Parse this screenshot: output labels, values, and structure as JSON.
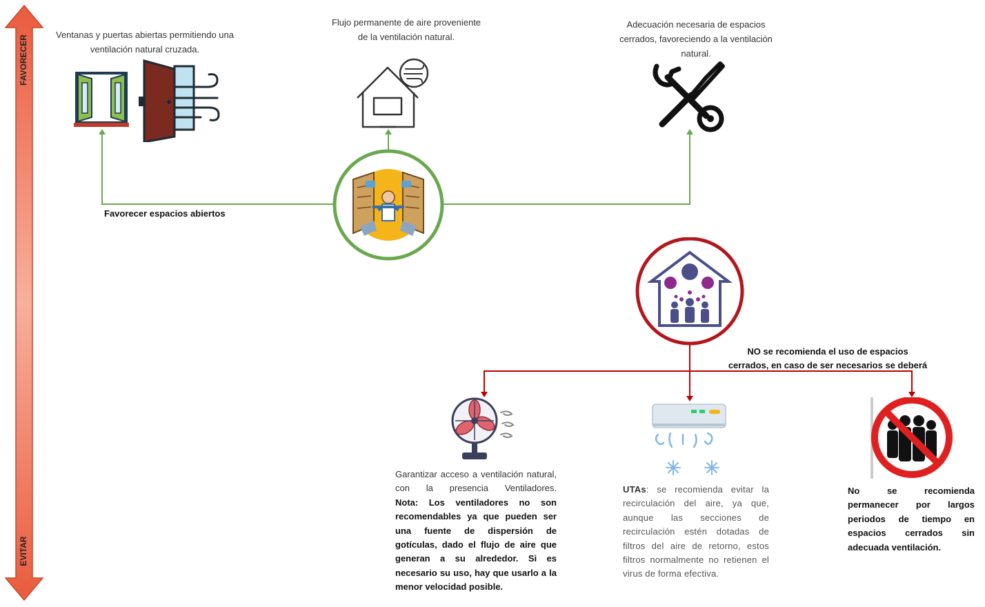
{
  "axis": {
    "top_label": "FAVORECER",
    "bottom_label": "EVITAR",
    "top_color": "#e85b3c",
    "bottom_color": "#f6c4b8"
  },
  "favorecer": {
    "center_label": "Favorecer espacios abiertos",
    "center_ring_color": "#6aa84f",
    "items": [
      {
        "text": "Ventanas y puertas abiertas permitiendo una ventilación natural cruzada.",
        "icon": "open-window-door-icon"
      },
      {
        "text": "Flujo permanente de aire proveniente de la ventilación natural.",
        "icon": "house-airflow-icon"
      },
      {
        "text": "Adecuación necesaria de espacios cerrados, favoreciendo a la ventilación natural.",
        "icon": "tools-icon"
      }
    ],
    "line_color": "#6aa84f"
  },
  "evitar": {
    "center_label_line1": "NO se recomienda el uso de espacios",
    "center_label_line2": "cerrados, en caso de ser necesarios se deberá",
    "center_ring_color": "#b3171c",
    "line_color": "#c00000",
    "fan": {
      "icon": "fan-icon",
      "text": "Garantizar acceso a ventilación natural, con la presencia Ventiladores.",
      "note": "Nota: Los ventiladores no son recomendables ya que pueden ser una fuente de dispersión de gotículas, dado el flujo de aire que generan a su alrededor. Si es necesario su uso, hay que usarlo a la menor velocidad posible."
    },
    "uta": {
      "icon": "air-conditioner-icon",
      "title": "UTAs",
      "text": ": se recomienda evitar la recirculación del aire, ya que, aunque las secciones de recirculación estén dotadas de filtros del aire de retorno, estos filtros normalmente no retienen el virus de forma efectiva."
    },
    "crowd": {
      "icon": "no-crowds-icon",
      "text": "No se recomienda permanecer por largos periodos de tiempo en espacios cerrados sin adecuada ventilación."
    }
  }
}
